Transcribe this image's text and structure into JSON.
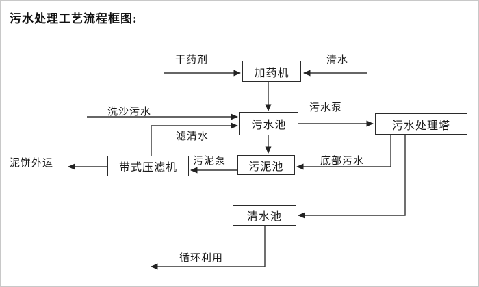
{
  "title": "污水处理工艺流程框图:",
  "diagram": {
    "nodes": {
      "dosing_machine": "加药机",
      "sewage_pool": "污水池",
      "sludge_pool": "污泥池",
      "belt_filter_press": "带式压滤机",
      "treatment_tower": "污水处理塔",
      "clean_water_pool": "清水池"
    },
    "flow_labels": {
      "dry_chemical": "干药剂",
      "clean_water": "清水",
      "sand_washing_sewage": "洗沙污水",
      "sewage_pump": "污水泵",
      "filtered_water": "滤清水",
      "sludge_pump": "污泥泵",
      "bottom_sewage": "底部污水",
      "mud_cake_out": "泥饼外运",
      "recycle": "循环利用"
    },
    "line_color": "#333333"
  }
}
